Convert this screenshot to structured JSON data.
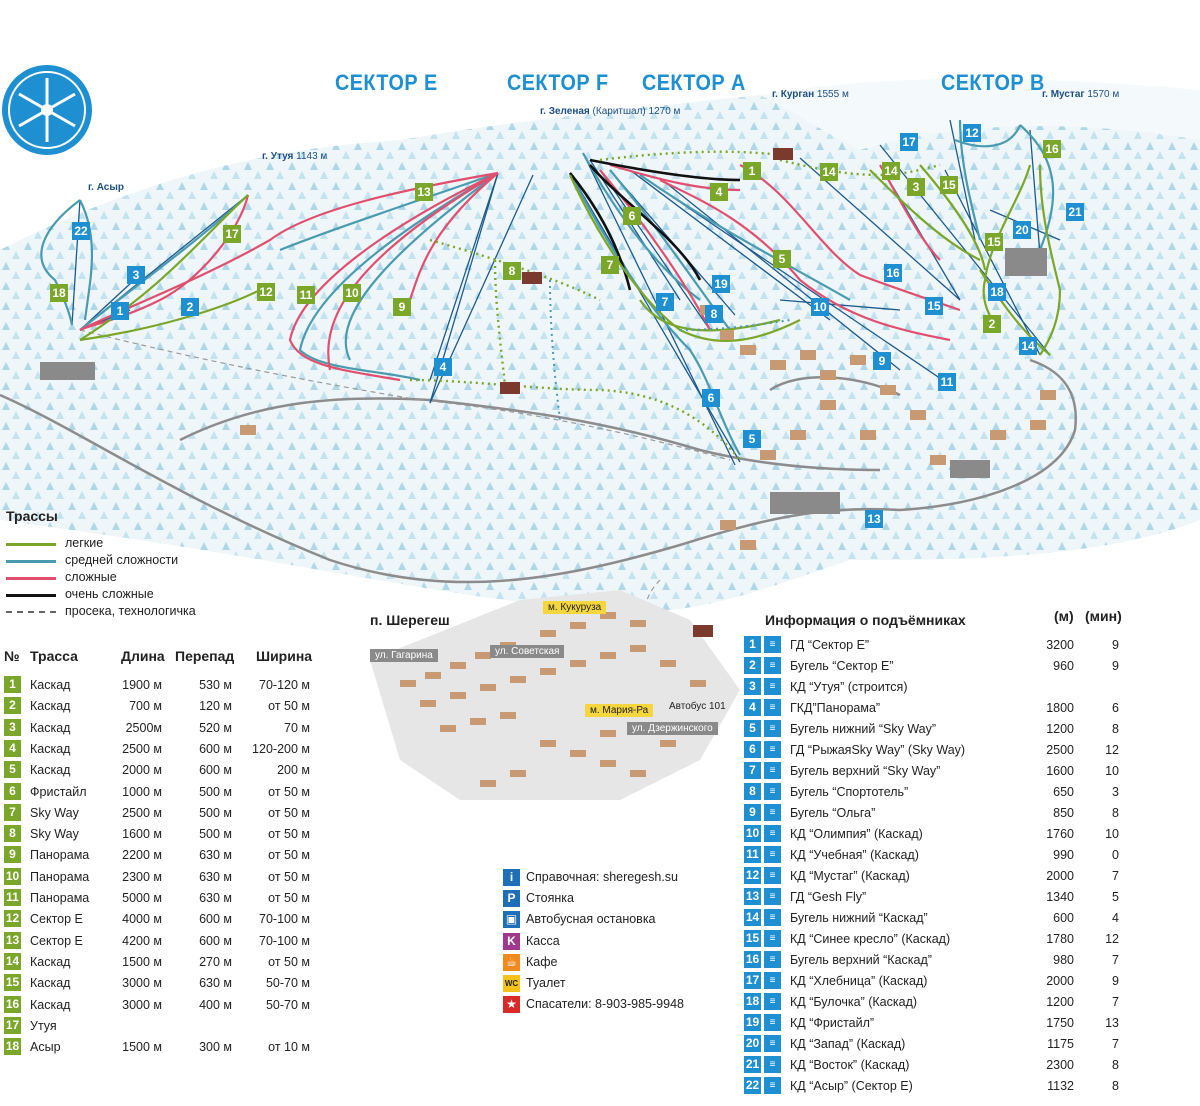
{
  "sectors": [
    "СЕКТОР E",
    "СЕКТОР F",
    "СЕКТОР A",
    "СЕКТОР B"
  ],
  "peaks": [
    {
      "name": "г. Утуя",
      "alt": "1143 м"
    },
    {
      "name": "г. Асыр",
      "alt": ""
    },
    {
      "name": "г. Зеленая",
      "alt": "(Каритшал) 1270 м"
    },
    {
      "name": "г. Курган",
      "alt": "1555 м"
    },
    {
      "name": "г. Мустаг",
      "alt": "1570 м"
    }
  ],
  "legend": {
    "title": "Трассы",
    "items": [
      {
        "label": "легкие",
        "color": "#7aa62a",
        "dash": false
      },
      {
        "label": "средней сложности",
        "color": "#4a9ab0",
        "dash": false
      },
      {
        "label": "сложные",
        "color": "#e0506e",
        "dash": false
      },
      {
        "label": "очень сложные",
        "color": "#111111",
        "dash": false
      },
      {
        "label": "просека, технологичка",
        "color": "#666666",
        "dash": true
      }
    ]
  },
  "trails_table": {
    "headers": [
      "№",
      "Трасса",
      "Длина",
      "Перепад",
      "Ширина"
    ],
    "rows": [
      [
        "1",
        "Каскад",
        "1900 м",
        "530 м",
        "70-120 м"
      ],
      [
        "2",
        "Каскад",
        "700 м",
        "120 м",
        "от 50 м"
      ],
      [
        "3",
        "Каскад",
        "2500м",
        "520 м",
        "70 м"
      ],
      [
        "4",
        "Каскад",
        "2500 м",
        "600 м",
        "120-200 м"
      ],
      [
        "5",
        "Каскад",
        "2000 м",
        "600 м",
        "200 м"
      ],
      [
        "6",
        "Фристайл",
        "1000 м",
        "500 м",
        "от 50 м"
      ],
      [
        "7",
        "Sky Way",
        "2500 м",
        "500 м",
        "от 50 м"
      ],
      [
        "8",
        "Sky Way",
        "1600 м",
        "500 м",
        "от 50 м"
      ],
      [
        "9",
        "Панорама",
        "2200 м",
        "630 м",
        "от 50 м"
      ],
      [
        "10",
        "Панорама",
        "2300 м",
        "630 м",
        "от 50 м"
      ],
      [
        "11",
        "Панорама",
        "5000 м",
        "630 м",
        "от 50 м"
      ],
      [
        "12",
        "Сектор Е",
        "4000 м",
        "600 м",
        "70-100 м"
      ],
      [
        "13",
        "Сектор Е",
        "4200 м",
        "600 м",
        "70-100 м"
      ],
      [
        "14",
        "Каскад",
        "1500 м",
        "270 м",
        "от 50 м"
      ],
      [
        "15",
        "Каскад",
        "3000 м",
        "630 м",
        "50-70 м"
      ],
      [
        "16",
        "Каскад",
        "3000 м",
        "400 м",
        "50-70 м"
      ],
      [
        "17",
        "Утуя",
        "",
        "",
        ""
      ],
      [
        "18",
        "Асыр",
        "1500 м",
        "300 м",
        "от 10 м"
      ]
    ]
  },
  "village": {
    "title": "п. Шерегеш",
    "streets": [
      "ул. Гагарина",
      "ул. Советская",
      "м. Кукуруза",
      "м. Мария-Ра",
      "Автобус 101",
      "ул. Дзержинского"
    ]
  },
  "services": [
    {
      "icon": "i",
      "label": "Справочная: sheregesh.su",
      "color": "#1e6fb8"
    },
    {
      "icon": "P",
      "label": "Стоянка",
      "color": "#1e6fb8"
    },
    {
      "icon": "bus",
      "label": "Автобусная остановка",
      "color": "#1e6fb8"
    },
    {
      "icon": "K",
      "label": "Касса",
      "color": "#a0388c"
    },
    {
      "icon": "cafe",
      "label": "Кафе",
      "color": "#f08a1c"
    },
    {
      "icon": "WC",
      "label": "Туалет",
      "color": "#f5c21c"
    },
    {
      "icon": "star",
      "label": "Спасатели: 8-903-985-9948",
      "color": "#d92a2a"
    }
  ],
  "lifts_table": {
    "title": "Информация о подъёмниках",
    "col_m": "(м)",
    "col_min": "(мин)",
    "rows": [
      [
        "1",
        "ГД “Сектор Е”",
        "3200",
        "9"
      ],
      [
        "2",
        "Бугель “Сектор Е”",
        "960",
        "9"
      ],
      [
        "3",
        "КД “Утуя” (строится)",
        "",
        ""
      ],
      [
        "4",
        "ГКД”Панорама”",
        "1800",
        "6"
      ],
      [
        "5",
        "Бугель нижний “Sky Way”",
        "1200",
        "8"
      ],
      [
        "6",
        "ГД “РыжаяSky Way” (Sky Way)",
        "2500",
        "12"
      ],
      [
        "7",
        "Бугель верхний “Sky Way”",
        "1600",
        "10"
      ],
      [
        "8",
        "Бугель “Спортотель”",
        "650",
        "3"
      ],
      [
        "9",
        "Бугель “Ольга”",
        "850",
        "8"
      ],
      [
        "10",
        "КД “Олимпия” (Каскад)",
        "1760",
        "10"
      ],
      [
        "11",
        "КД “Учебная” (Каскад)",
        "990",
        "0"
      ],
      [
        "12",
        "КД “Мустаг” (Каскад)",
        "2000",
        "7"
      ],
      [
        "13",
        "ГД  “Gesh Fly”",
        "1340",
        "5"
      ],
      [
        "14",
        "Бугель нижний “Каскад”",
        "600",
        "4"
      ],
      [
        "15",
        "КД “Синее кресло” (Каскад)",
        "1780",
        "12"
      ],
      [
        "16",
        "Бугель верхний “Каскад”",
        "980",
        "7"
      ],
      [
        "17",
        "КД “Хлебница” (Каскад)",
        "2000",
        "9"
      ],
      [
        "18",
        "КД “Булочка” (Каскад)",
        "1200",
        "7"
      ],
      [
        "19",
        "КД “Фристайл”",
        "1750",
        "13"
      ],
      [
        "20",
        "КД “Запад” (Каскад)",
        "1175",
        "7"
      ],
      [
        "21",
        "КД “Восток” (Каскад)",
        "2300",
        "8"
      ],
      [
        "22",
        "КД “Асыр” (Сектор Е)",
        "1132",
        "8"
      ]
    ]
  },
  "colors": {
    "easy": "#7aa62a",
    "medium": "#4a9ab0",
    "hard": "#e0506e",
    "expert": "#111111",
    "lift": "#1d5a8c",
    "badge_blue": "#1e8fd0",
    "badge_green": "#7aa62a"
  }
}
